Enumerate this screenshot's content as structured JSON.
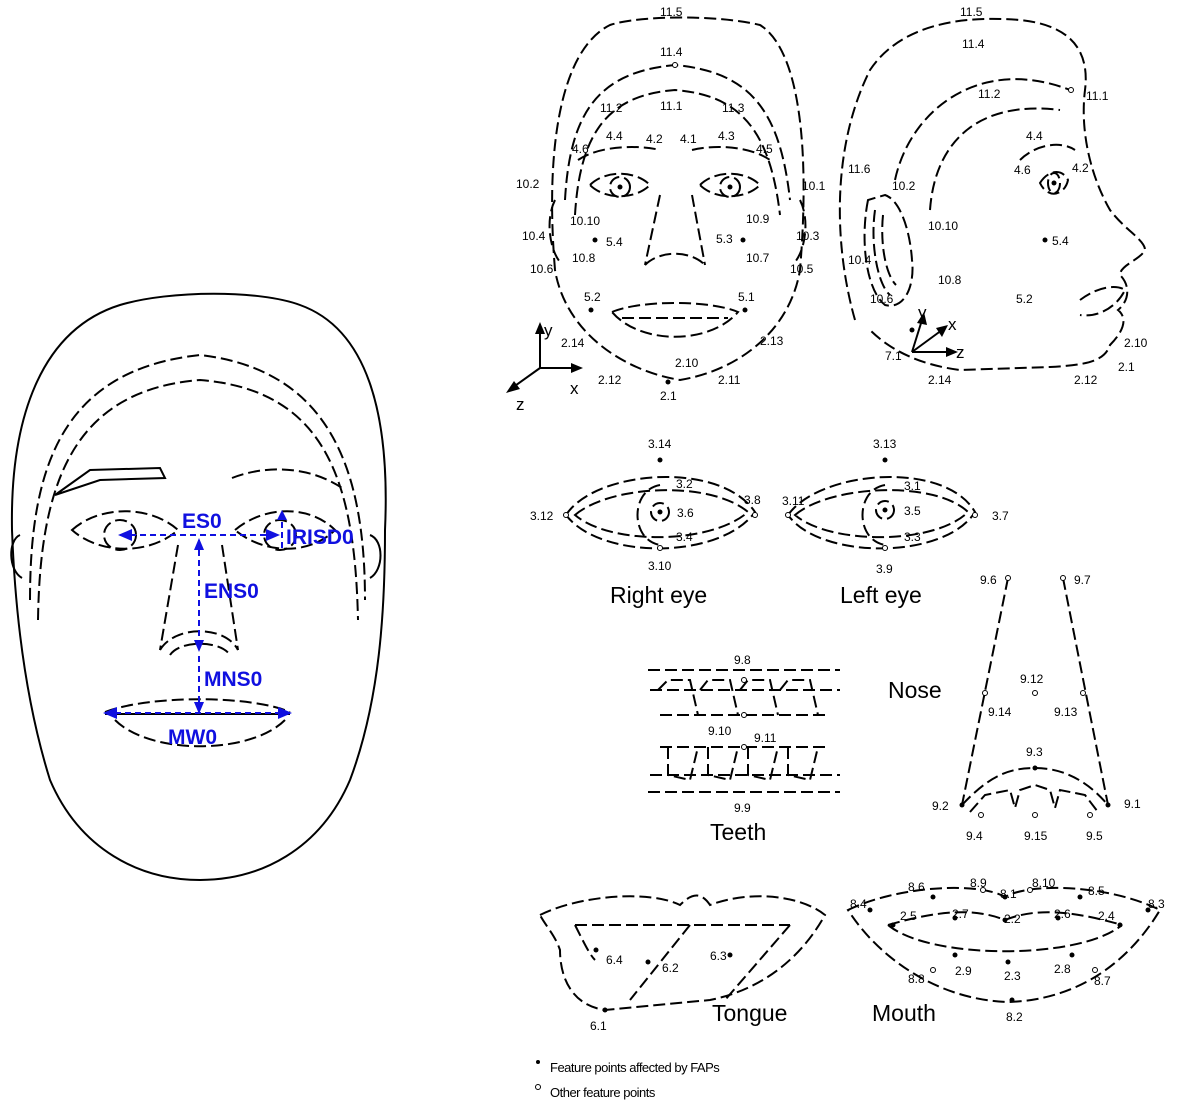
{
  "face_measures": {
    "es": "ES0",
    "irisd": "IRISD0",
    "ens": "ENS0",
    "mns": "MNS0",
    "mw": "MW0"
  },
  "axes": {
    "x": "x",
    "y": "y",
    "z": "z"
  },
  "front_labels": [
    "11.5",
    "11.4",
    "11.2",
    "11.1",
    "11.3",
    "4.4",
    "4.2",
    "4.1",
    "4.3",
    "4.6",
    "4.5",
    "10.2",
    "10.1",
    "10.10",
    "10.9",
    "10.4",
    "10.3",
    "5.4",
    "5.3",
    "10.6",
    "10.8",
    "10.7",
    "10.5",
    "5.2",
    "5.1",
    "2.14",
    "2.13",
    "2.10",
    "2.12",
    "2.11",
    "2.1"
  ],
  "side_labels": [
    "11.5",
    "11.4",
    "11.2",
    "11.1",
    "4.4",
    "4.6",
    "4.2",
    "11.6",
    "10.2",
    "10.10",
    "5.4",
    "10.4",
    "10.8",
    "10.6",
    "5.2",
    "7.1",
    "2.14",
    "2.12",
    "2.10",
    "2.1"
  ],
  "section_titles": {
    "right_eye": "Right eye",
    "left_eye": "Left eye",
    "nose": "Nose",
    "teeth": "Teeth",
    "tongue": "Tongue",
    "mouth": "Mouth"
  },
  "right_eye_labels": [
    "3.14",
    "3.2",
    "3.8",
    "3.12",
    "3.6",
    "3.4",
    "3.10"
  ],
  "left_eye_labels": [
    "3.13",
    "3.1",
    "3.11",
    "3.5",
    "3.7",
    "3.3",
    "3.9"
  ],
  "nose_labels": [
    "9.6",
    "9.7",
    "9.12",
    "9.14",
    "9.13",
    "9.3",
    "9.2",
    "9.1",
    "9.4",
    "9.15",
    "9.5"
  ],
  "teeth_labels": [
    "9.8",
    "9.10",
    "9.11",
    "9.9"
  ],
  "tongue_labels": [
    "6.4",
    "6.2",
    "6.3",
    "6.1"
  ],
  "mouth_labels": [
    "8.6",
    "8.9",
    "8.1",
    "8.10",
    "8.5",
    "8.4",
    "8.3",
    "2.5",
    "2.7",
    "2.2",
    "2.6",
    "2.4",
    "8.8",
    "2.9",
    "2.3",
    "2.8",
    "8.7",
    "8.2"
  ],
  "legend": {
    "affected": "Feature points affected by FAPs",
    "other": "Other feature points"
  }
}
